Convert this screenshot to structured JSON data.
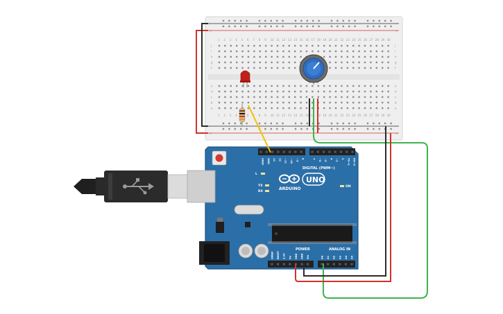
{
  "board": {
    "brand": "ARDUINO",
    "model": "UNO",
    "digital_label": "DIGITAL (PWM~)",
    "power_label": "POWER",
    "analog_label": "ANALOG IN",
    "on_label": "ON",
    "led_l": "L",
    "led_tx": "TX",
    "led_rx": "RX",
    "digital_pins": [
      "AREF",
      "GND",
      "13",
      "12",
      "~11",
      "~10",
      "~9",
      "8",
      "7",
      "~6",
      "~5",
      "4",
      "~3",
      "2",
      "TX→1",
      "RX←0"
    ],
    "power_pins": [
      "IOREF",
      "RESET",
      "3.3V",
      "5V",
      "GND",
      "GND",
      "Vin"
    ],
    "analog_pins": [
      "A0",
      "A1",
      "A2",
      "A3",
      "A4",
      "A5"
    ]
  },
  "breadboard": {
    "columns": [
      "1",
      "2",
      "3",
      "4",
      "5",
      "6",
      "7",
      "8",
      "9",
      "10",
      "11",
      "12",
      "13",
      "14",
      "15",
      "16",
      "17",
      "18",
      "19",
      "20",
      "21",
      "22",
      "23",
      "24",
      "25",
      "26",
      "27",
      "28",
      "29",
      "30"
    ],
    "rows_top": [
      "j",
      "i",
      "h",
      "g",
      "f"
    ],
    "rows_bottom": [
      "e",
      "d",
      "c",
      "b",
      "a"
    ],
    "rail_plus": "+",
    "rail_minus": "-"
  },
  "wires": {
    "red": "#d3312b",
    "black": "#2b2b2b",
    "green": "#3cb44b",
    "yellow": "#f2c200"
  },
  "colors": {
    "board": "#2b6fa8",
    "board_dark": "#1d5382",
    "breadboard": "#efefef",
    "pot": "#2f6dc0",
    "led": "#c0211b"
  }
}
